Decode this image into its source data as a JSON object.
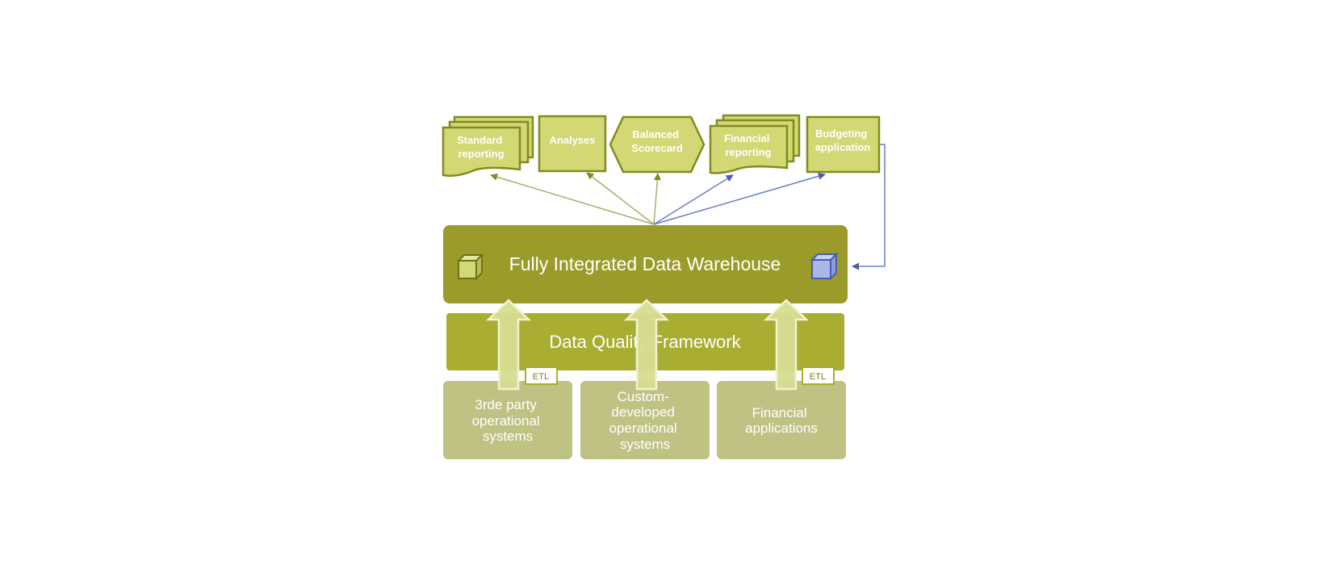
{
  "outputs": {
    "standard_reporting": [
      "Standard",
      "reporting"
    ],
    "analyses": "Analyses",
    "balanced_scorecard": [
      "Balanced",
      "Scorecard"
    ],
    "financial_reporting": [
      "Financial",
      "reporting"
    ],
    "budgeting_application": [
      "Budgeting",
      "application"
    ]
  },
  "warehouse": {
    "title": "Fully Integrated Data Warehouse"
  },
  "quality": {
    "title": "Data Quality Framework"
  },
  "etl_label": "ETL",
  "sources": {
    "third_party": [
      "3rde party",
      "operational",
      "systems"
    ],
    "custom": [
      "Custom-",
      "developed",
      "operational",
      "systems"
    ],
    "financial": [
      "Financial",
      "applications"
    ]
  },
  "colors": {
    "output_fill": "#d3d774",
    "output_stroke": "#7f8c1f",
    "warehouse": "#9a9b28",
    "quality": "#a9ad31",
    "source": "#bfc283",
    "arrow_fill": "#d7dc91",
    "olive_link": "#a7ae6a",
    "blue_link": "#6a7dc8",
    "cube_blue": "#aab6e6",
    "cube_blue_stroke": "#4b5cb0"
  }
}
